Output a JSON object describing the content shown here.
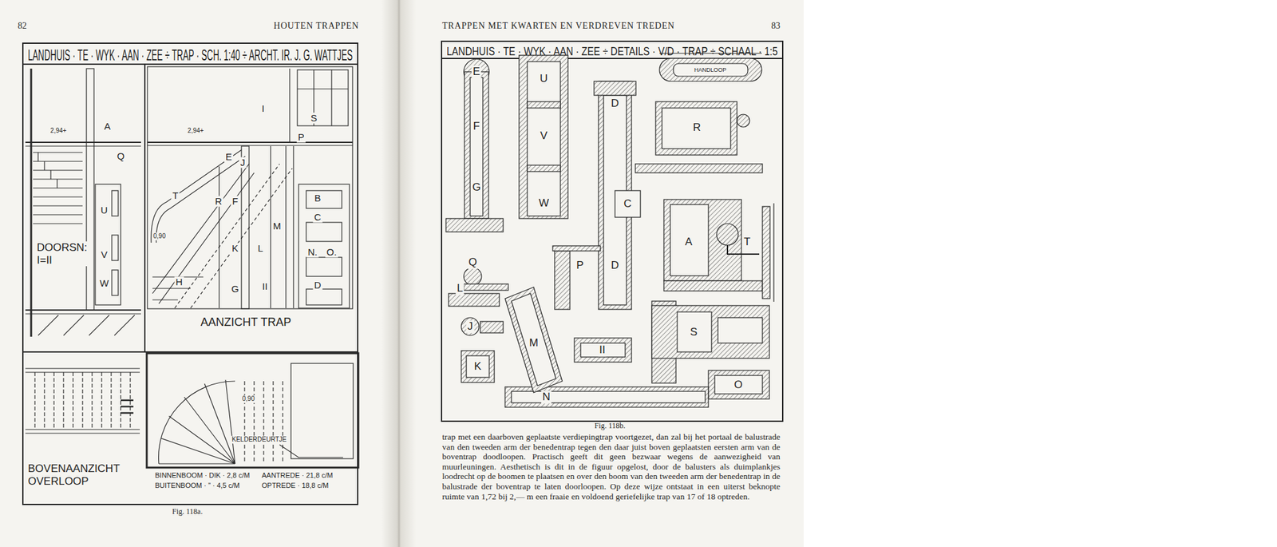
{
  "diagram": {
    "nodes": [
      {
        "text": [
          "LANDHUIS · TE · WYK · AAN · ZEE ÷ TRAP · SCH. 1:40 ÷ ARCHT. IR. J. G. WATTJES"
        ]
      },
      {
        "text": [
          "LANDHUIS · TE · WYK · AAN · ZEE ÷ DETAILS · V/D · TRAP ÷ SCHAAL · 1:5"
        ]
      }
    ],
    "labels": [
      "82",
      "HOUTEN TRAPPEN",
      "TRAPPEN MET KWARTEN EN VERDREVEN TREDEN",
      "83",
      "Fig. 118a.",
      "Fig. 118b.",
      "trap met een daarboven geplaatste verdiepingtrap voortgezet, dan zal bij het portaal de balustrade van den tweeden arm der benedentrap tegen den daar juist boven geplaatsten eersten arm van de boventrap doodloopen. Practisch geeft dit geen bezwaar wegens de aanwezigheid van muurleuningen. Aesthetisch is dit in de figuur opgelost, door de balusters als duimplankjes loodrecht op de boomen te plaatsen en over den boom van den tweeden arm der benedentrap in de balustrade der boventrap te laten doorloopen. Op deze wijze ontstaat in een uiterst beknopte ruimte van 1,72 bij 2,— m een fraaie en voldoend geriefelijke trap van 17 of 18 optreden.",
      "DOORSN: I=II",
      "AANZICHT TRAP",
      "BOVENAANZICHT OVERLOOP",
      "KELDERDEURTJE",
      "BINNENBOOM · DIK · 2,8 c/M",
      "BUITENBOOM · ” · 4,5 c/M",
      "AANTREDE · 21,8 c/M",
      "OPTREDE · 18,8 c/M",
      "2,94+",
      "2,94+",
      "0,90",
      "0,90",
      "A",
      "Q",
      "U",
      "V",
      "W",
      "I",
      "S",
      "P",
      "E",
      "J",
      "T",
      "R",
      "F",
      "B",
      "C",
      "M",
      "K",
      "L",
      "N.",
      "O.",
      "H",
      "G",
      "II",
      "D",
      "E",
      "U",
      "HANDLOOP",
      "D",
      "R",
      "F",
      "V",
      "C",
      "G",
      "W",
      "A",
      "T",
      "D",
      "Q",
      "P",
      "L",
      "M",
      "J",
      "S",
      "K",
      "II",
      "N",
      "O"
    ]
  }
}
